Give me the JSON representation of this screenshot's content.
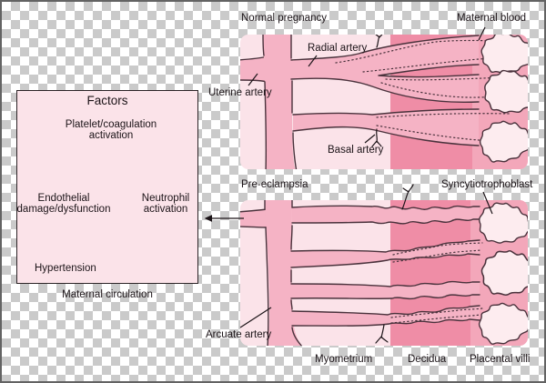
{
  "figure": {
    "description": "Diagram of uteroplacental vasculature in normal pregnancy versus pre-eclampsia, with cycle of maternal circulation factors"
  },
  "factors_box": {
    "title": "Factors",
    "nodes": {
      "platelet": "Platelet/coagulation activation",
      "endothelial": "Endothelial damage/dysfunction",
      "neutrophil": "Neutrophil activation",
      "hypertension": "Hypertension"
    },
    "caption": "Maternal circulation"
  },
  "normal_panel": {
    "title": "Normal pregnancy",
    "labels": {
      "maternal_blood": "Maternal blood",
      "radial_artery": "Radial artery",
      "uterine_artery": "Uterine artery",
      "basal_artery": "Basal artery"
    }
  },
  "pre_eclampsia_panel": {
    "title": "Pre-eclampsia",
    "labels": {
      "syncytiotrophoblast": "Syncytiotrophoblast",
      "arcuate_artery": "Arcuate artery"
    }
  },
  "tissue_labels": {
    "myometrium": "Myometrium",
    "decidua": "Decidua",
    "placental_villi": "Placental villi"
  },
  "colors": {
    "checker_gray": "#cacaca",
    "frame_border": "#636363",
    "panel_light_pink": "#fbe3e9",
    "vessel_pink": "#f5b3c5",
    "decidua_pink": "#ef8da6",
    "intervillous_pink": "#f3a7ba",
    "villi_cream": "#fdecef",
    "anatomy_outline": "#4a323c",
    "ink": "#1c1418"
  }
}
